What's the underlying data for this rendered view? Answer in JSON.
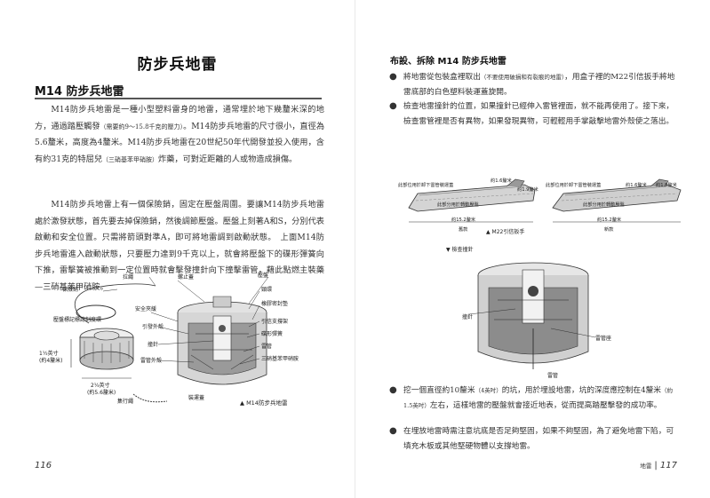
{
  "left_page": {
    "title": "防步兵地雷",
    "subheading": "M14 防步兵地雷",
    "para1": {
      "a": "M14防步兵地雷是一種小型塑料雷身的地雷，通常埋於地下幾釐米深的地方，通過踏壓觸發",
      "a_note": "（需要約9～15.8千克的壓力）",
      "b": "。M14防步兵地雷的尺寸很小，直徑為5.6釐米，高度為4釐米。M14防步兵地雷在20世紀50年代開發並投入使用，含有約31克的特屈兒",
      "b_note": "（三硝基苯甲硝胺）",
      "c": "炸藥，可對近距離的人或物造成損傷。"
    },
    "para2": "M14防步兵地雷上有一個保險銷，固定在壓盤周圍。要讓M14防步兵地雷處於激發狀態，首先要去掉保險銷，然後調節壓盤。壓盤上刻著A和S，分別代表啟動和安全位置。只需將箭頭對準A，即可將地雷調到啟動狀態。　上面M14防步兵地雷進入啟動狀態，只要壓力達到9千克以上，就會將壓盤下的碟形彈簧向下推，雷擊簧被推動到一定位置時就會擊發撞針向下撞擊雷管，藉此點燃主裝藥—三硝基苯甲硝胺。",
    "diagram_labels": {
      "pull_ring": "拉繩",
      "safety_pin": "保險銷",
      "pressure_plate_mark": "壓盤標記標誌刻度環",
      "safety_clip": "安全夾緩",
      "thread_cover": "螺止蓋",
      "pressure_plate": "壓盤",
      "firing_spring": "引發外殼",
      "striker": "撞針",
      "detonator_case": "雷管外殼",
      "neck": "頸環",
      "seal": "橡膠密封墊",
      "belleville_support": "引信支撐架",
      "belleville_spring": "碟形彈簧",
      "body": "雷管",
      "main_charge": "三硝基苯甲硝胺",
      "base": "裝運蓋",
      "anchor": "集行繩",
      "height_dim": "1½英寸\n(約4釐米)",
      "width_dim": "2¼英寸\n(約5.6釐米)"
    },
    "caption": "▲ M14防步兵地雷",
    "page_number": "116"
  },
  "right_page": {
    "heading": "布設、拆除 M14 防步兵地雷",
    "bullet1": {
      "a": "將地雷從包裝盒裡取出",
      "a_note": "（不要使用破損和有裂痕的地雷）",
      "b": "，用盒子裡的M22引信扳手將地雷底部的白色塑料裝運蓋旋開。"
    },
    "bullet2": "檢查地雷撞針的位置，如果撞針已經伸入雷管裡面，就不能再使用了。接下來，檢查雷管裡是否有異物，如果發現異物，可輕輕用手掌敲擊地雷外殼使之落出。",
    "figure_top": {
      "left_arrow_text": "此部位用於卸下雷管裝運蓋",
      "right_arrow_text": "此部位用於卸下雷管裝運蓋",
      "dim_16a": "約1.6釐米",
      "dim_19a": "約1.9釐米",
      "dim_16b": "約1.6釐米",
      "dim_19b": "約1.9釐米",
      "center_left": "此部分用於轉動壓盤",
      "center_right": "此部分用於轉動壓盤",
      "len_left": "約15.2釐米",
      "len_right": "約15.2釐米",
      "view_left": "舊款",
      "view_right": "新款",
      "caption": "▲ M22引信扳手"
    },
    "figure_cut": {
      "caption": "▼ 檢查撞針",
      "striker": "撞針",
      "detonator_hole": "雷管座",
      "detonator": "雷管"
    },
    "bullet3": {
      "a": "挖一個直徑約10釐米",
      "a_note": "（4英吋）",
      "b": "的坑，用於埋設地雷，坑的深度應控制在4釐米",
      "b_note": "（約1.5英吋）",
      "c": "左右，這樣地雷的壓盤就會接近地表，從而提高踏壓擊發的成功率。"
    },
    "bullet4": "在埋放地雷時需注意坑底是否足夠堅固，如果不夠堅固，為了避免地雷下陷，可填充木板或其他堅硬物體以支撐地雷。",
    "section_name": "地雷",
    "page_number": "117"
  }
}
